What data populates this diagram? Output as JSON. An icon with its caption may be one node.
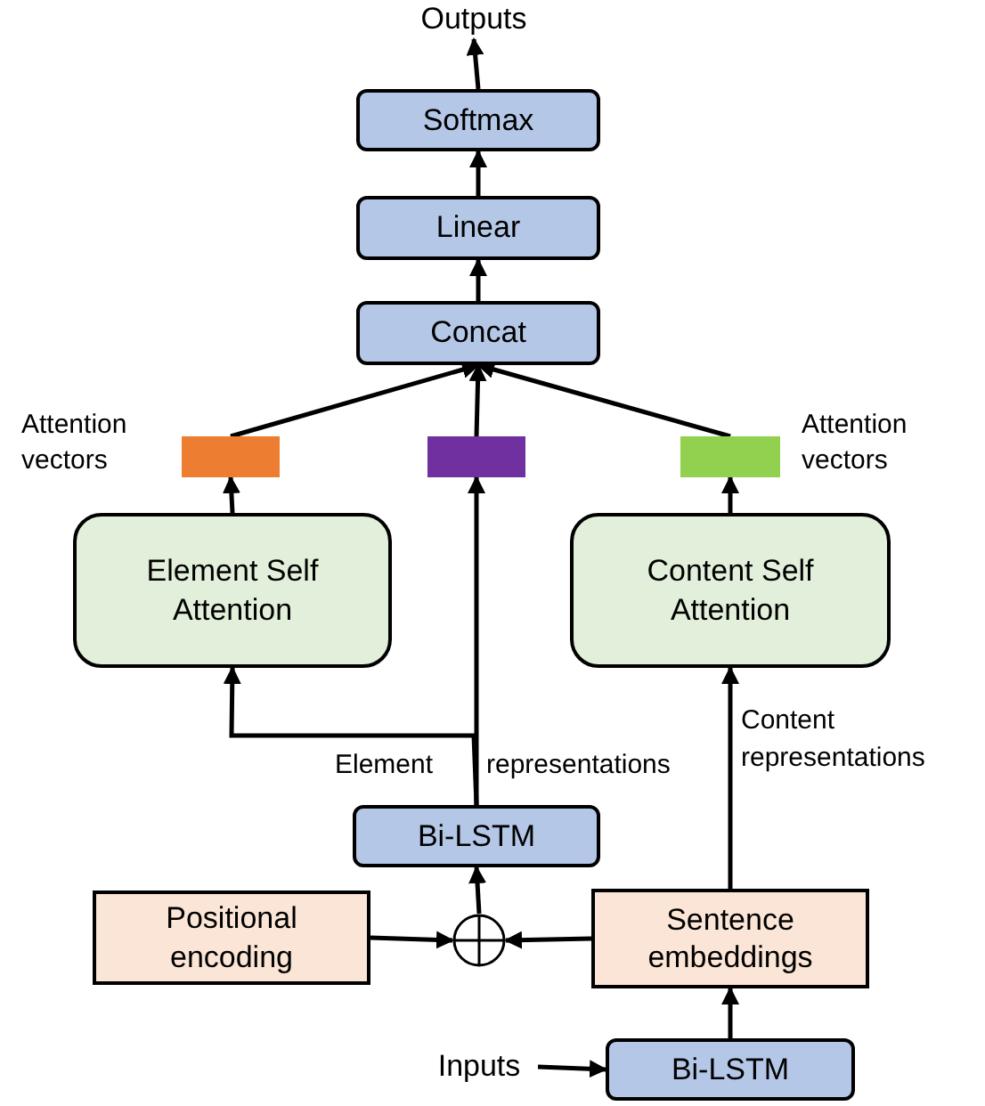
{
  "diagram": {
    "nodes": [
      {
        "text": [
          "Outputs"
        ]
      },
      {
        "text": [
          "Softmax"
        ]
      },
      {
        "text": [
          "Linear"
        ]
      },
      {
        "text": [
          "Concat"
        ]
      },
      {
        "text": [],
        "shape": "bar",
        "beside": [
          "Attention vectors"
        ]
      },
      {
        "text": [],
        "shape": "bar"
      },
      {
        "text": [],
        "shape": "bar",
        "beside": [
          "Attention vectors"
        ]
      },
      {
        "text": [
          "Element Self Attention"
        ]
      },
      {
        "text": [
          "Content Self Attention"
        ]
      },
      {
        "text": [
          "Bi-LSTM"
        ]
      },
      {
        "text": [
          "Positional encoding"
        ]
      },
      {
        "text": [],
        "shape": "circle"
      },
      {
        "text": [
          "Sentence embeddings"
        ]
      },
      {
        "text": [
          "Inputs"
        ]
      },
      {
        "text": [
          "Bi-LSTM"
        ]
      }
    ],
    "edges": [
      {
        "from": 1,
        "to": 0,
        "arrow": "to"
      },
      {
        "from": 2,
        "to": 1,
        "arrow": "to"
      },
      {
        "from": 3,
        "to": 2,
        "arrow": "to"
      },
      {
        "from": 4,
        "to": 3,
        "arrow": "to"
      },
      {
        "from": 5,
        "to": 3,
        "arrow": "to"
      },
      {
        "from": 6,
        "to": 3,
        "arrow": "to"
      },
      {
        "from": 7,
        "to": 4,
        "arrow": "to"
      },
      {
        "from": 8,
        "to": 6,
        "arrow": "to"
      },
      {
        "from": 9,
        "to": 5,
        "arrow": "to"
      },
      {
        "from": 9,
        "to": 7,
        "arrow": "to"
      },
      {
        "from": 12,
        "to": 8,
        "arrow": "to",
        "label": "Content representations"
      },
      {
        "from": 10,
        "to": 11,
        "arrow": "to"
      },
      {
        "from": 12,
        "to": 11,
        "arrow": "to"
      },
      {
        "from": 11,
        "to": 9,
        "arrow": "to"
      },
      {
        "from": 13,
        "to": 14,
        "arrow": "to"
      },
      {
        "from": 14,
        "to": 12,
        "arrow": "to"
      }
    ],
    "labels": [
      "Element",
      "representations"
    ]
  }
}
